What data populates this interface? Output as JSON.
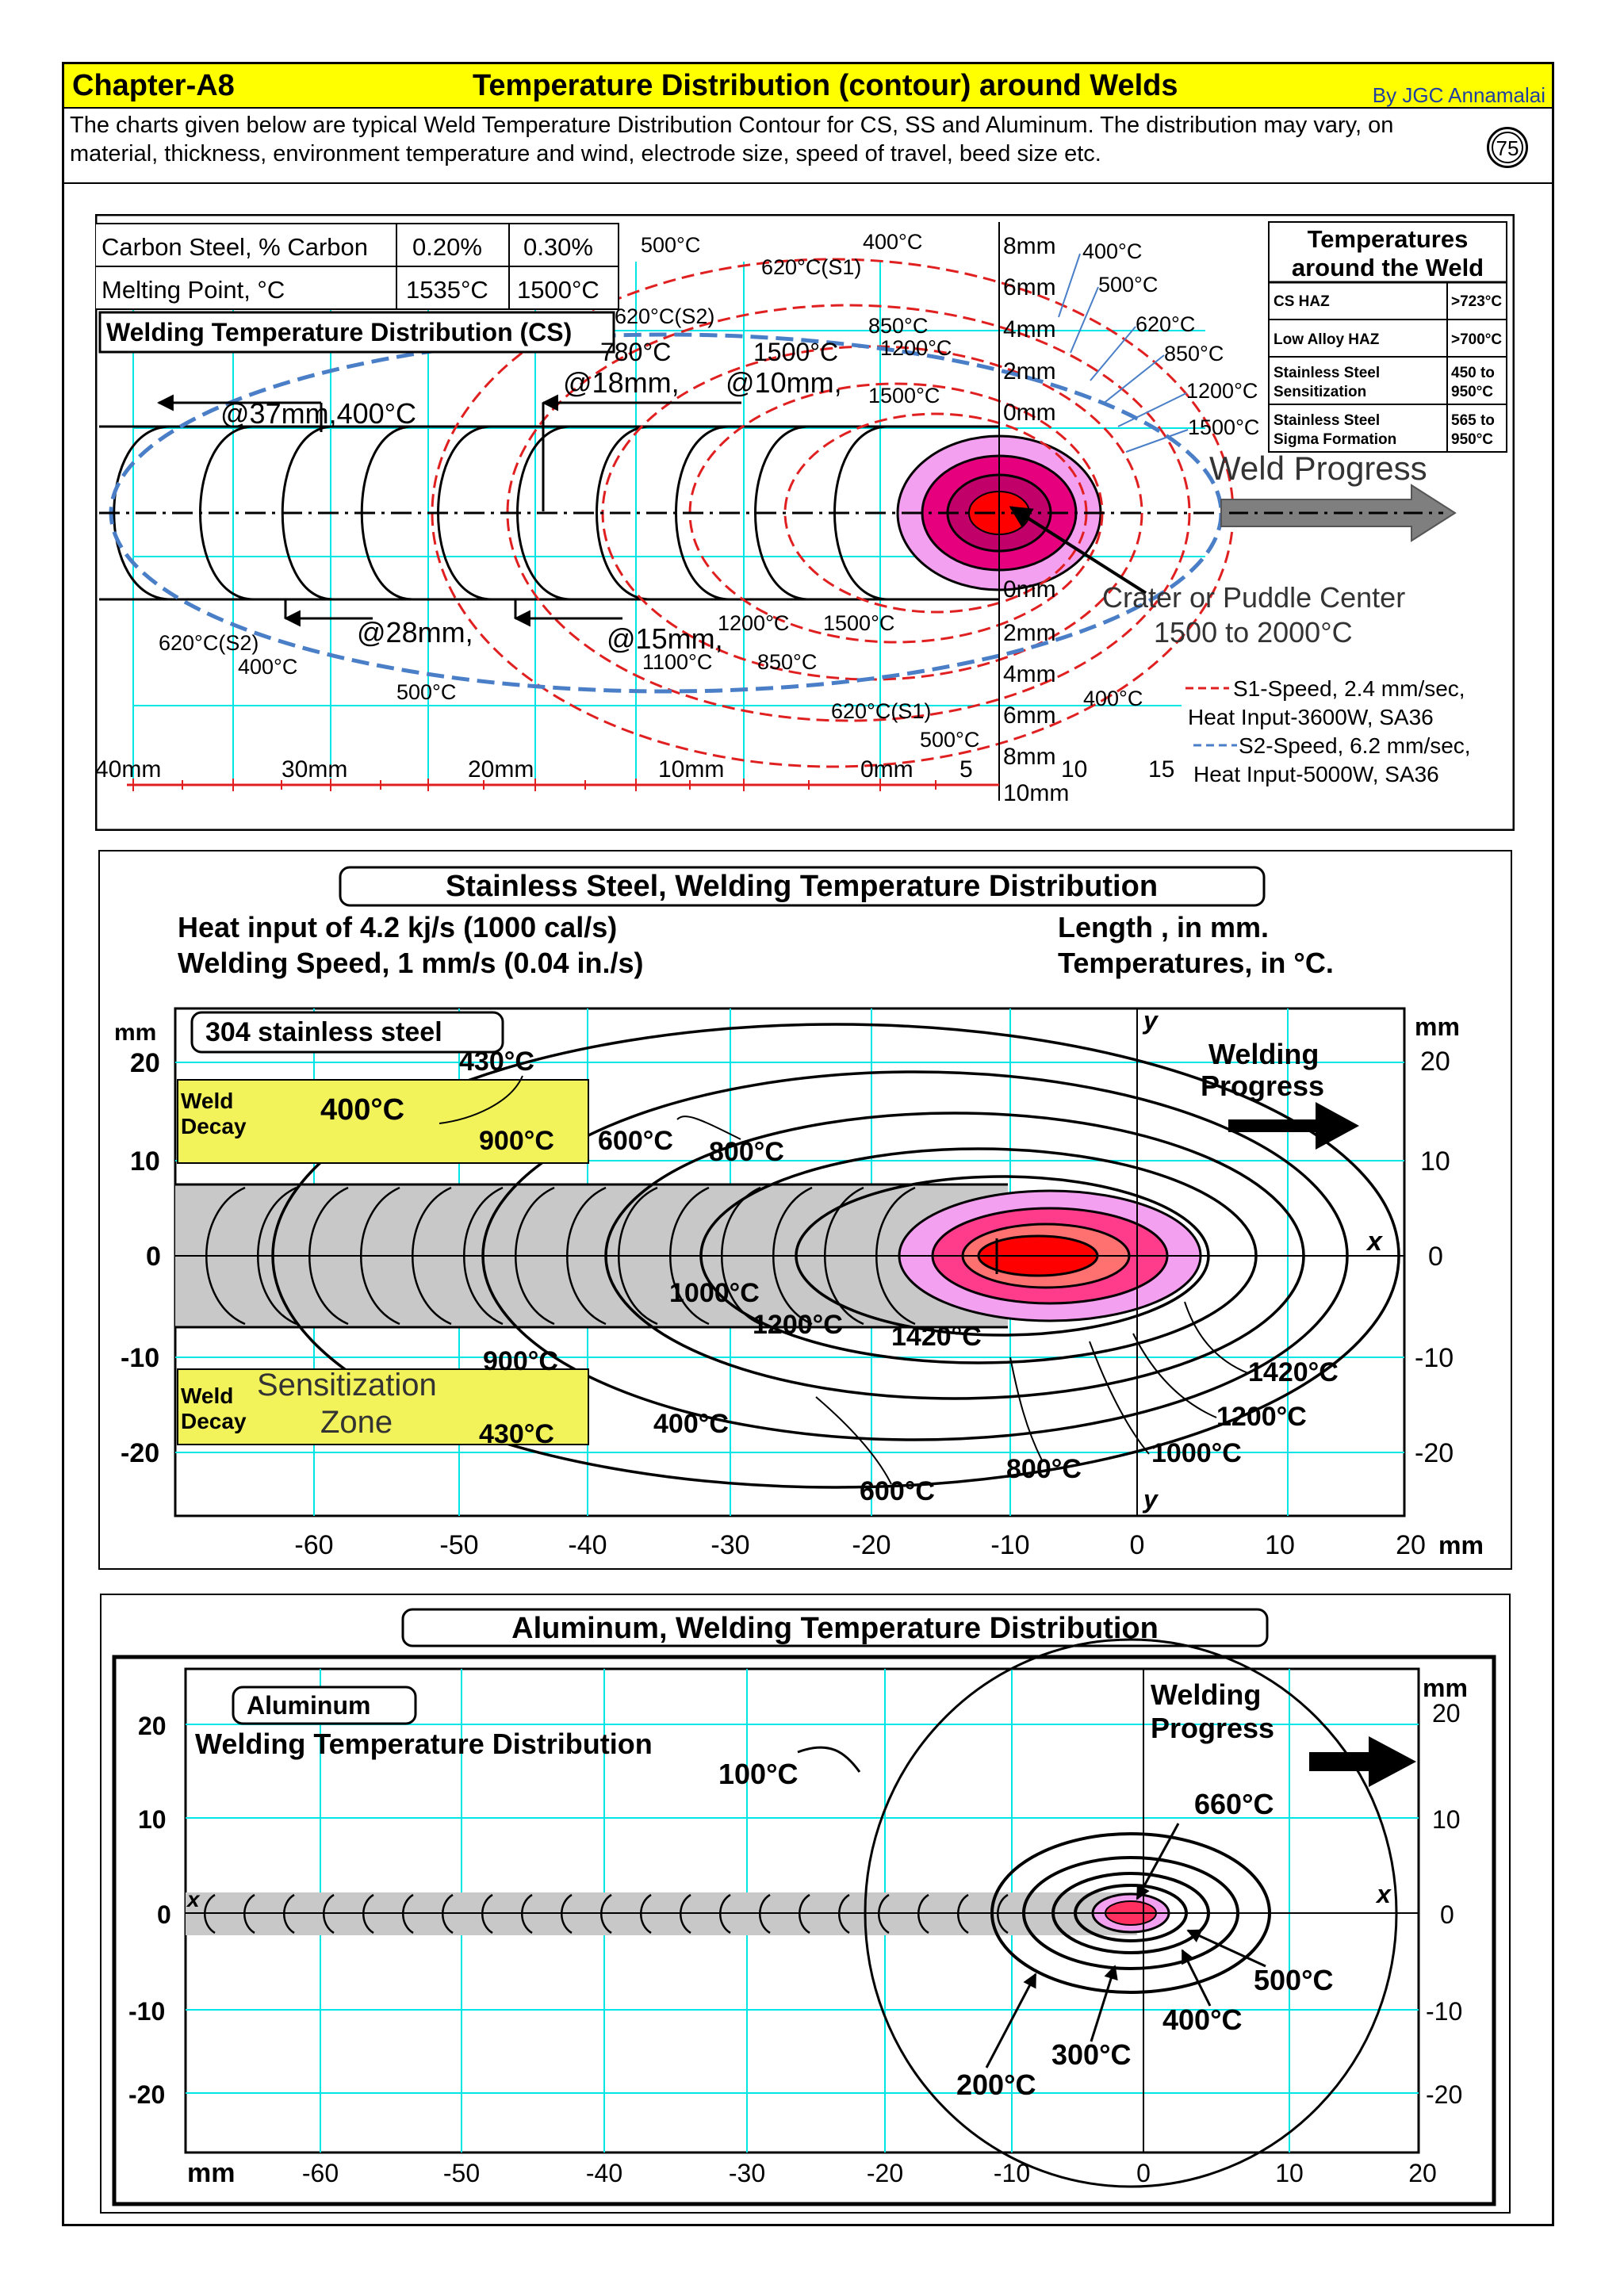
{
  "header": {
    "chapter": "Chapter-A8",
    "title": "Temperature Distribution (contour) around Welds",
    "author": "By JGC Annamalai",
    "page_number": "75"
  },
  "intro": "The charts given below are typical Weld Temperature Distribution Contour for CS, SS and Aluminum. The distribution may vary, on material, thickness, environment temperature and wind,  electrode size, speed of travel, beed size etc.",
  "colors": {
    "header_bg": "#ffff00",
    "grid": "#00e5e5",
    "s1": "#e02020",
    "s2": "#4a7fc8",
    "puddle_core": "#ff0000",
    "puddle_mid": "#e6007e",
    "puddle_outer": "#f4a0f0",
    "decay_box": "#f2f25a",
    "bead": "#c8c8c8"
  },
  "cs": {
    "props_table": {
      "rows": [
        [
          "Carbon Steel, % Carbon",
          "0.20%",
          "0.30%"
        ],
        [
          "Melting Point, °C",
          "1535°C",
          "1500°C"
        ]
      ]
    },
    "title": "Welding Temperature Distribution (CS)",
    "temps_table": {
      "title": "Temperatures around the Weld",
      "rows": [
        [
          "CS HAZ",
          ">723°C"
        ],
        [
          "Low Alloy HAZ",
          ">700°C"
        ],
        [
          "Stainless Steel Sensitization",
          "450 to 950°C"
        ],
        [
          "Stainless Steel Sigma Formation",
          "565 to 950°C"
        ]
      ]
    },
    "weld_progress": "Weld Progress",
    "crater": [
      "Crater or  Puddle Center",
      "1500 to 2000°C"
    ],
    "legend": {
      "s1": [
        "S1-Speed, 2.4 mm/sec,",
        "Heat Input-3600W, SA36"
      ],
      "s2": [
        "S2-Speed, 6.2 mm/sec,",
        "Heat Input-5000W, SA36"
      ]
    },
    "distances": [
      "8mm",
      "6mm",
      "4mm",
      "2mm",
      "0mm",
      "0mm",
      "2mm",
      "4mm",
      "6mm",
      "8mm",
      "10mm"
    ],
    "x_ticks": [
      "40mm",
      "30mm",
      "20mm",
      "10mm",
      "0mm",
      "5",
      "10",
      "15"
    ],
    "labels": {
      "t500_top": "500°C",
      "t400_top": "400°C",
      "t620_s1_top": "620°C(S1)",
      "t620_s2_top": "620°C(S2)",
      "t850_top": "850°C",
      "t1200_top": "1200°C",
      "t780": "780°C",
      "t1500_top": "1500°C",
      "t1500_mid": "1500°C",
      "at18": "@18mm,",
      "at10": "@10mm,",
      "at37": "@37mm,400°C",
      "at28": "@28mm,",
      "at15": "@15mm,",
      "t620_s2_bot": "620°C(S2)",
      "t400_bot": "400°C",
      "t500_bot": "500°C",
      "t1200_bot": "1200°C",
      "t1500_bot": "1500°C",
      "t1100": "1100°C",
      "t850_bot": "850°C",
      "t620_s1_bot": "620°C(S1)",
      "t500_bot2": "500°C",
      "r400": "400°C",
      "r500": "500°C",
      "r620": "620°C",
      "r850": "850°C",
      "r1200": "1200°C",
      "r1500": "1500°C",
      "r400_bot": "400°C"
    }
  },
  "ss": {
    "title": "Stainless Steel, Welding Temperature Distribution",
    "heat_input": "Heat input of 4.2 kj/s (1000 cal/s)",
    "speed": "Welding Speed, 1 mm/s (0.04 in./s)",
    "length_note": "Length ,  in mm.",
    "temp_note": "Temperatures, in °C.",
    "material": "304 stainless steel",
    "progress": [
      "Welding",
      "Progress"
    ],
    "decay_top": [
      "Weld",
      "Decay"
    ],
    "decay_bot": [
      "Weld",
      "Decay"
    ],
    "sensitization": [
      "Sensitization",
      "Zone"
    ],
    "x_ticks": [
      "-60",
      "-50",
      "-40",
      "-30",
      "-20",
      "-10",
      "0",
      "10",
      "20"
    ],
    "y_ticks": [
      "20",
      "10",
      "0",
      "-10",
      "-20"
    ],
    "y_ticks_right": [
      "20",
      "10",
      "0",
      "-10",
      "-20"
    ],
    "units": {
      "mm": "mm",
      "x": "x",
      "y": "y"
    },
    "labels": {
      "t430_top": "430°C",
      "t400_top": "400°C",
      "t900_top": "900°C",
      "t600_top": "600°C",
      "t800_top": "800°C",
      "t1000": "1000°C",
      "t1200": "1200°C",
      "t1420": "1420°C",
      "t900_bot": "900°C",
      "t430_bot": "430°C",
      "t400_bot": "400°C",
      "t600_bot": "600°C",
      "t800_bot": "800°C",
      "r1420": "1420°C",
      "r1200": "1200°C",
      "r1000": "1000°C"
    }
  },
  "al": {
    "title": "Aluminum, Welding Temperature Distribution",
    "material": "Aluminum",
    "subtitle": "Welding Temperature Distribution",
    "progress": [
      "Welding",
      "Progress"
    ],
    "x_ticks": [
      "-60",
      "-50",
      "-40",
      "-30",
      "-20",
      "-10",
      "0",
      "10",
      "20"
    ],
    "y_ticks": [
      "20",
      "10",
      "0",
      "-10",
      "-20"
    ],
    "y_ticks_right": [
      "20",
      "10",
      "0",
      "-10",
      "-20"
    ],
    "units": {
      "mm": "mm",
      "x": "x"
    },
    "labels": {
      "t100": "100°C",
      "t660": "660°C",
      "t500": "500°C",
      "t400": "400°C",
      "t300": "300°C",
      "t200": "200°C"
    }
  }
}
